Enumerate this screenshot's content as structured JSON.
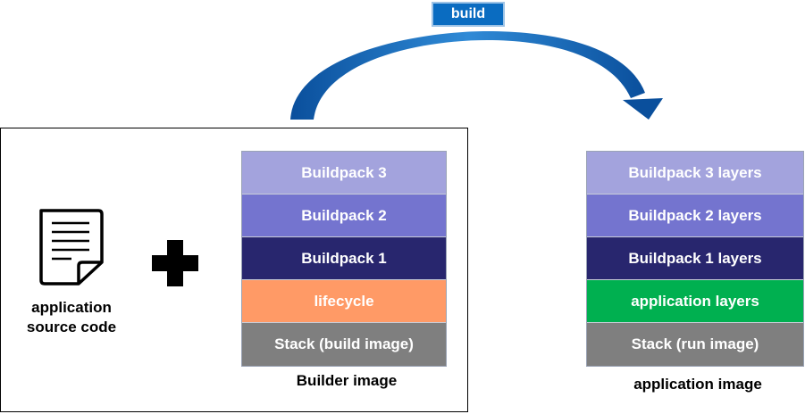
{
  "build_label": "build",
  "source": {
    "label_line1": "application",
    "label_line2": "source code",
    "icon": "document-icon"
  },
  "plus_icon": "plus-icon",
  "builder_image": {
    "caption": "Builder image",
    "layers": [
      {
        "label": "Buildpack 3",
        "color": "#a3a3dd"
      },
      {
        "label": "Buildpack 2",
        "color": "#7474cf"
      },
      {
        "label": "Buildpack 1",
        "color": "#28266e"
      },
      {
        "label": "lifecycle",
        "color": "#ff9a66"
      },
      {
        "label": "Stack (build image)",
        "color": "#7f7f7f"
      }
    ]
  },
  "application_image": {
    "caption": "application image",
    "layers": [
      {
        "label": "Buildpack 3 layers",
        "color": "#a3a3dd"
      },
      {
        "label": "Buildpack 2 layers",
        "color": "#7474cf"
      },
      {
        "label": "Buildpack 1 layers",
        "color": "#28266e"
      },
      {
        "label": "application layers",
        "color": "#00b050"
      },
      {
        "label": "Stack (run image)",
        "color": "#7f7f7f"
      }
    ]
  },
  "colors": {
    "build_badge": "#0a6cc1",
    "arrow_dark": "#0a4f9c",
    "arrow_light": "#2f8ad6"
  }
}
